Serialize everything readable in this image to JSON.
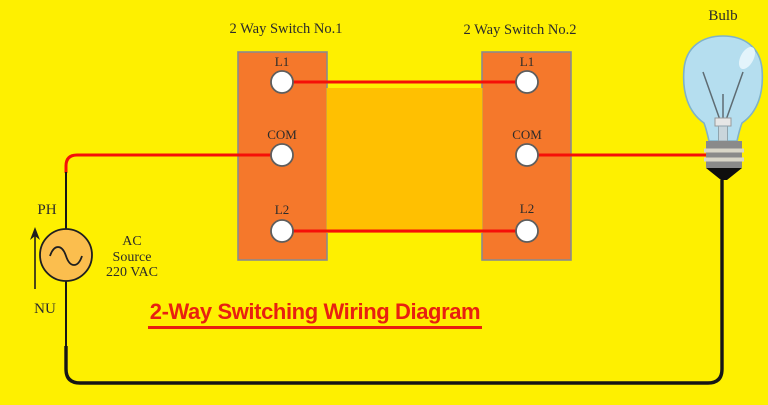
{
  "title": "2-Way Switching Wiring Diagram",
  "components": {
    "switch1": {
      "title": "2 Way Switch No.1",
      "terminals": [
        "L1",
        "COM",
        "L2"
      ]
    },
    "switch2": {
      "title": "2 Way Switch No.2",
      "terminals": [
        "L1",
        "COM",
        "L2"
      ]
    },
    "bulb": {
      "label": "Bulb"
    },
    "ac_source": {
      "line1": "AC",
      "line2": "Source",
      "line3": "220 VAC"
    },
    "wires": {
      "phase_label": "PH",
      "neutral_label": "NU"
    }
  },
  "colors": {
    "background": "#FEF000",
    "panel": "#FFC001",
    "switch_box": "#F5782B",
    "wire_live": "#F50F08",
    "wire_neutral": "#161616",
    "title_text": "#E82010",
    "label_text": "#2B2B2B",
    "source_fill": "#FBBE4E",
    "bulb_glass": "#B5DEEF"
  }
}
